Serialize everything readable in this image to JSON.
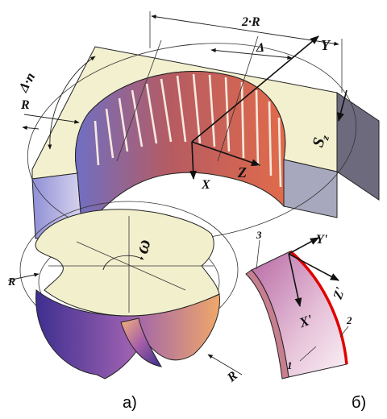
{
  "labels": {
    "two_r": "2·R",
    "delta_n": "Δ·n",
    "r_top": "R",
    "delta": "Δ",
    "y": "Y",
    "sz": "S",
    "sz_sub": "z",
    "x": "X",
    "z": "Z",
    "omega": "ω",
    "r_left": "R",
    "r_bottom": "R",
    "y_prime": "Y'",
    "z_prime": "Z'",
    "x_prime": "X'",
    "num_1": "1",
    "num_2": "2",
    "num_3": "3"
  },
  "captions": {
    "a": "а)",
    "b": "б)"
  },
  "colors": {
    "block_top": "#f2f0cf",
    "block_front": "#c9cbe0",
    "block_side": "#6d6a7e",
    "groove_red": "#c8553f",
    "tool_purple": "#6a4fb8",
    "tool_orange": "#e59a5c",
    "edge_red": "#e00000"
  }
}
